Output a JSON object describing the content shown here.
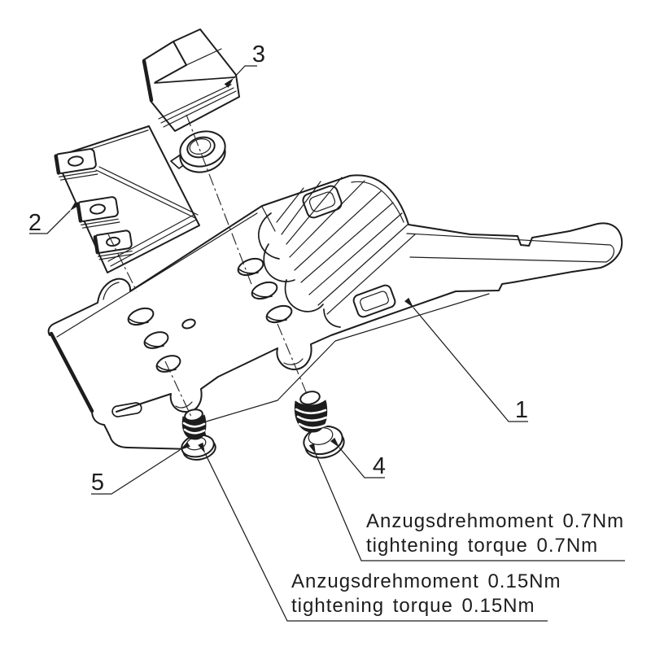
{
  "parts": [
    {
      "number": "1"
    },
    {
      "number": "2"
    },
    {
      "number": "3"
    },
    {
      "number": "4"
    },
    {
      "number": "5"
    }
  ],
  "annotations": {
    "torque_07": {
      "line1": "Anzugsdrehmoment 0.7Nm",
      "line2": "tightening torque 0.7Nm"
    },
    "torque_015": {
      "line1": "Anzugsdrehmoment 0.15Nm",
      "line2": "tightening torque 0.15Nm"
    }
  },
  "colors": {
    "background": "#ffffff",
    "line": "#1d1d1d"
  }
}
